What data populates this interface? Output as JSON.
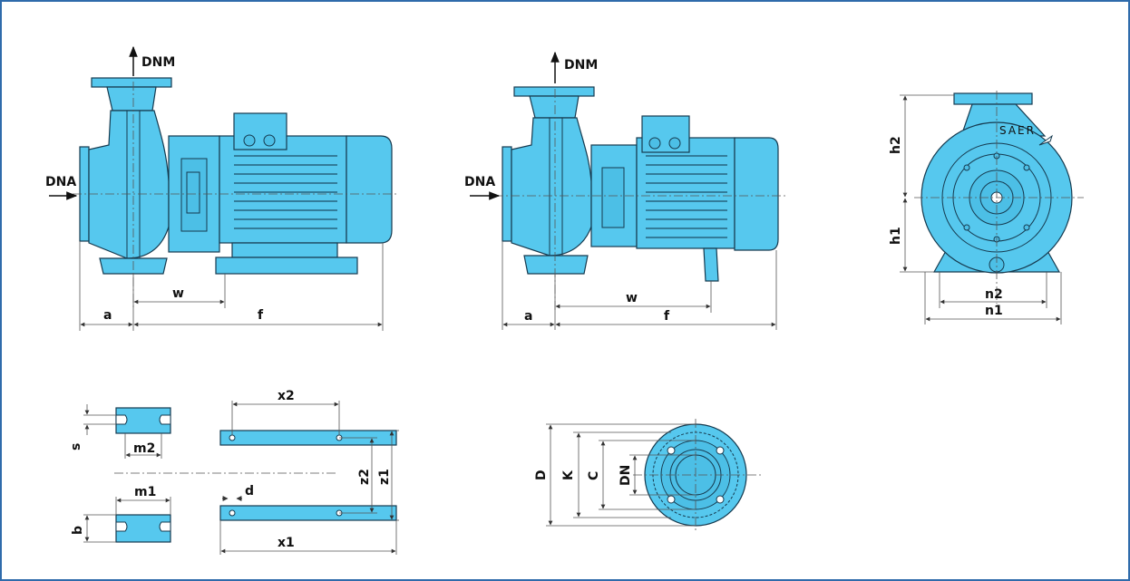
{
  "colors": {
    "border": "#2f6bab",
    "pump_fill": "#56c8ee",
    "outline": "#163a4f"
  },
  "brand": "SAER",
  "labels": {
    "dnm": "DNM",
    "dna": "DNA",
    "a": "a",
    "w": "w",
    "f": "f",
    "h1": "h1",
    "h2": "h2",
    "n1": "n1",
    "n2": "n2",
    "s": "s",
    "b": "b",
    "m1": "m1",
    "m2": "m2",
    "x1": "x1",
    "x2": "x2",
    "z1": "z1",
    "z2": "z2",
    "d": "d",
    "D": "D",
    "K": "K",
    "C": "C",
    "DN": "DN"
  }
}
